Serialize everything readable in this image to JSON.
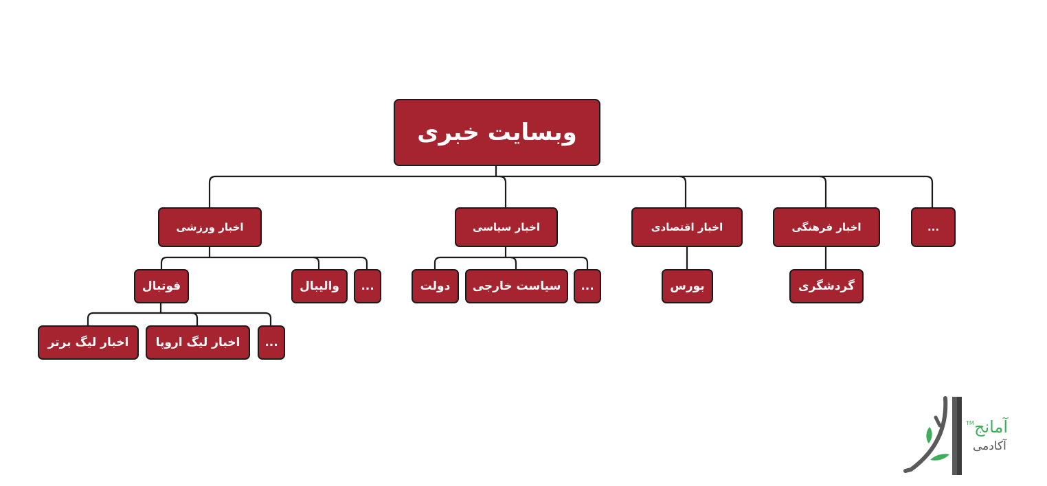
{
  "diagram": {
    "type": "tree",
    "root": {
      "label": "وبسایت خبری"
    },
    "level1": [
      {
        "id": "sports",
        "label": "اخبار ورزشی"
      },
      {
        "id": "politics",
        "label": "اخبار سیاسی"
      },
      {
        "id": "economy",
        "label": "اخبار اقتصادی"
      },
      {
        "id": "culture",
        "label": "اخبار فرهنگی"
      },
      {
        "id": "more",
        "label": "..."
      }
    ],
    "sports_children": [
      {
        "label": "فوتبال"
      },
      {
        "label": "والیبال"
      },
      {
        "label": "..."
      }
    ],
    "politics_children": [
      {
        "label": "دولت"
      },
      {
        "label": "سیاست خارجی"
      },
      {
        "label": "..."
      }
    ],
    "economy_children": [
      {
        "label": "بورس"
      }
    ],
    "culture_children": [
      {
        "label": "گردشگری"
      }
    ],
    "football_children": [
      {
        "label": "اخبار لیگ برتر"
      },
      {
        "label": "اخبار لیگ اروپا"
      },
      {
        "label": "..."
      }
    ]
  },
  "logo": {
    "title": "آمانج",
    "trademark": "TM",
    "subtitle": "آکادمی"
  },
  "colors": {
    "node_fill": "#a52430",
    "node_border": "#1a1a1a",
    "connector": "#1a1a1a",
    "logo_green": "#3fae5b",
    "logo_gray": "#5a5a5a"
  }
}
